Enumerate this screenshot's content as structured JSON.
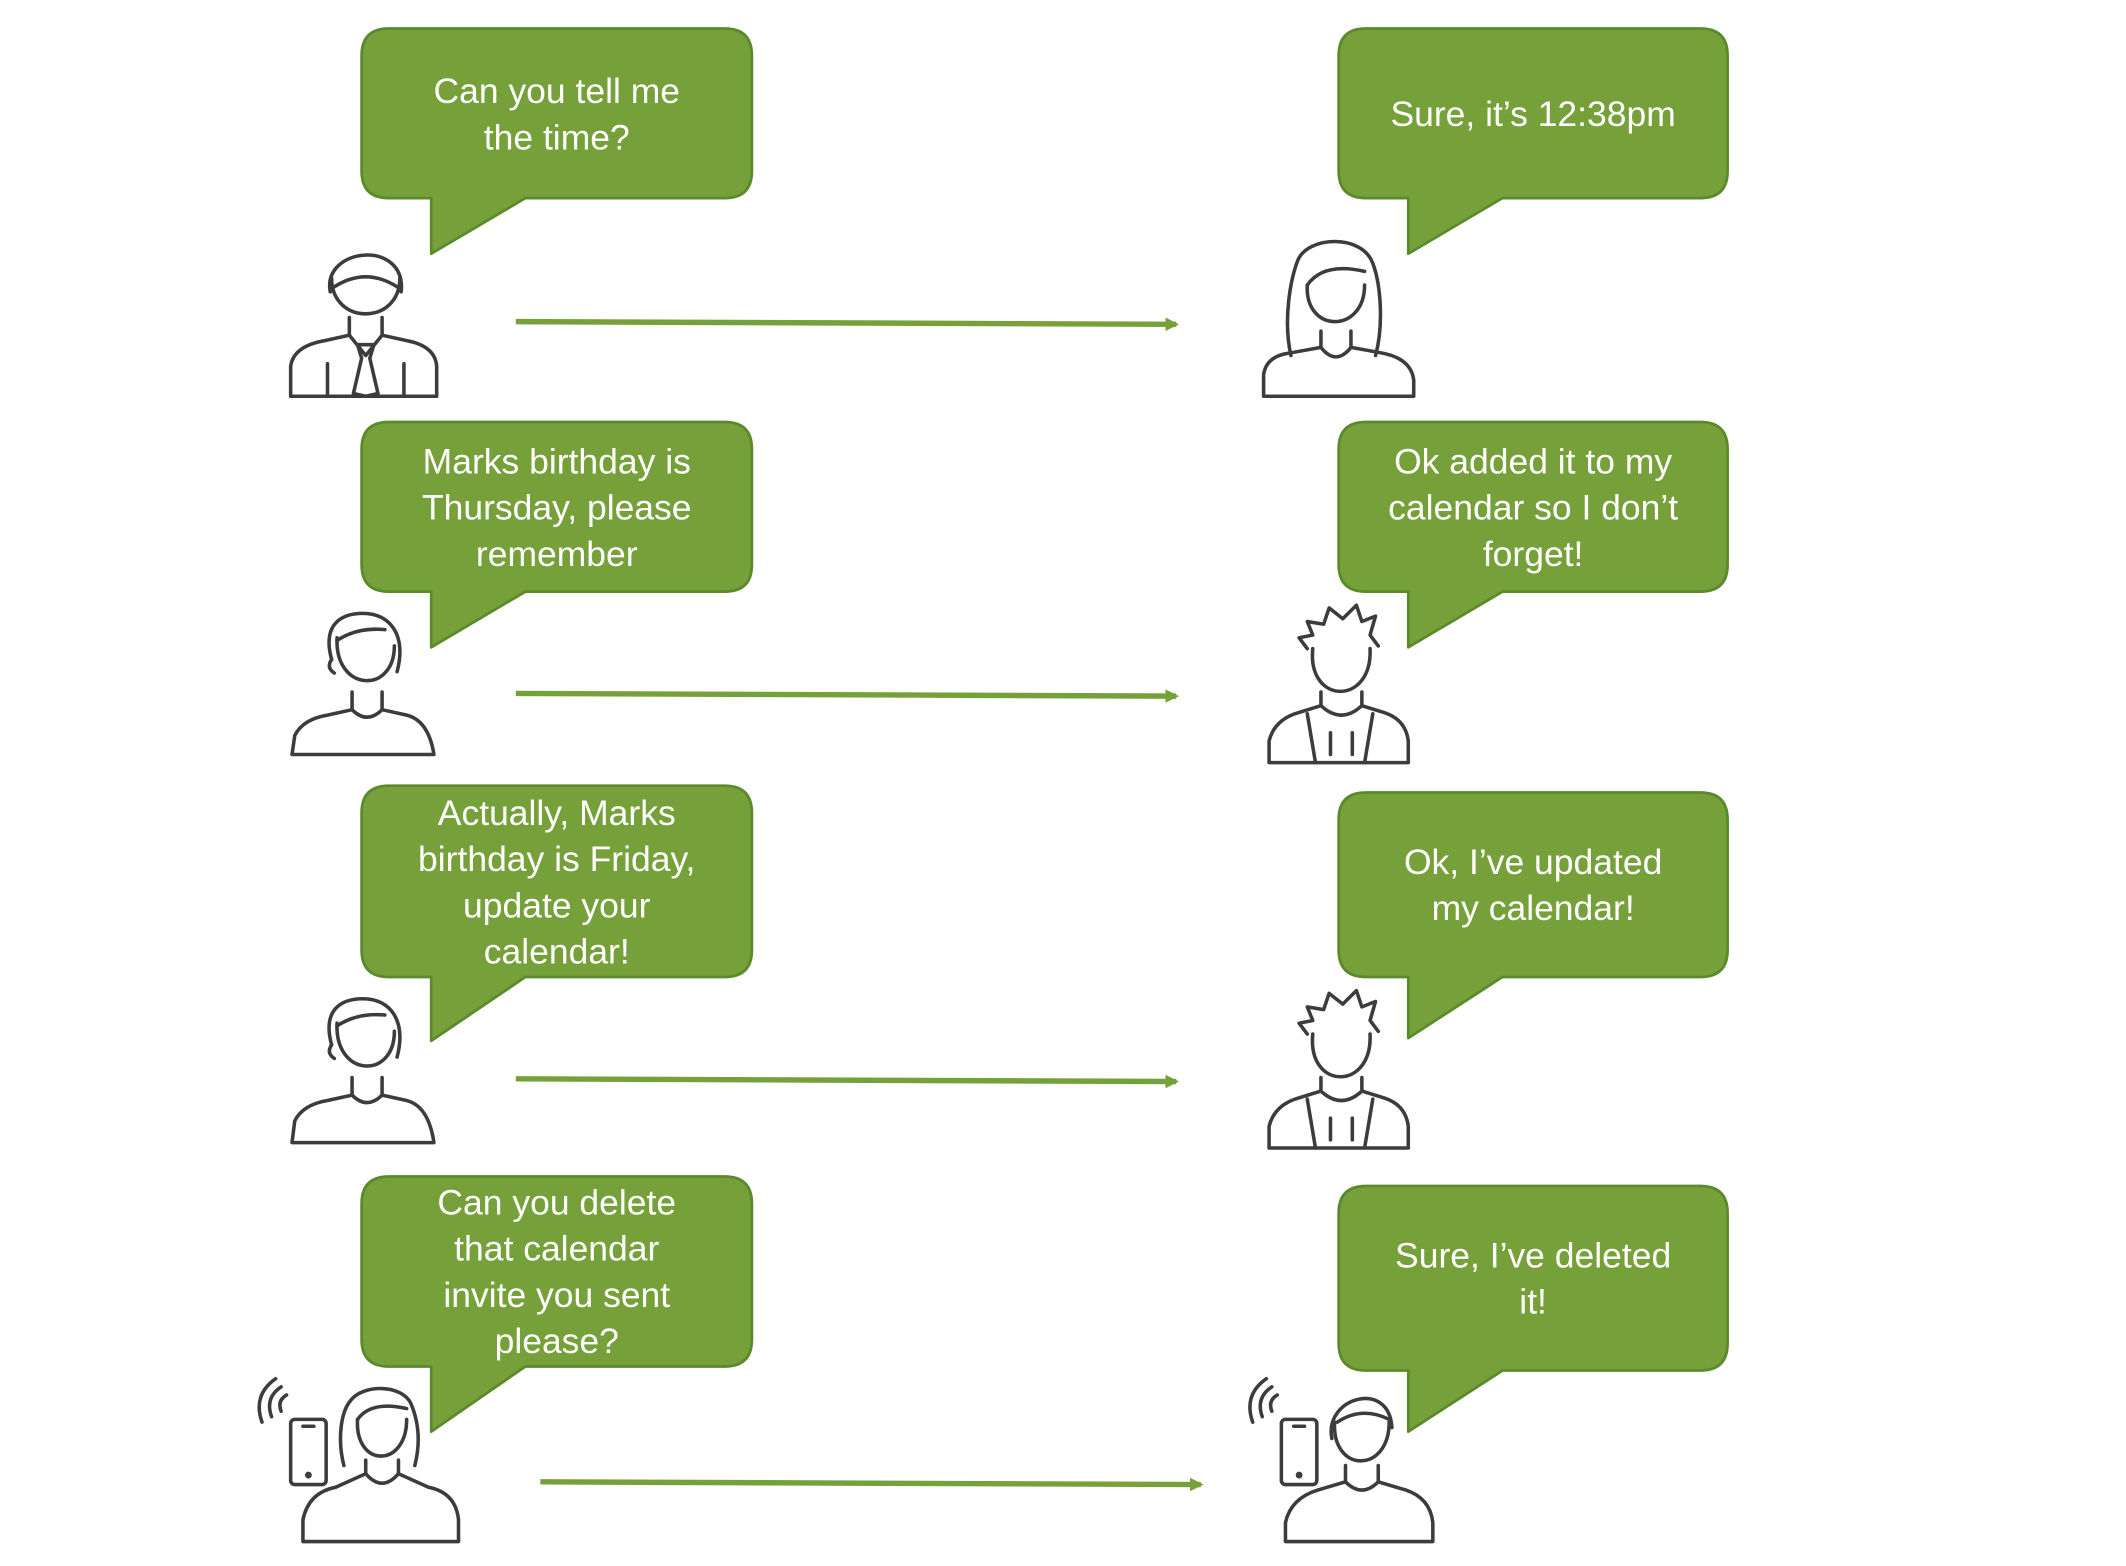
{
  "colors": {
    "bubble_fill": "#76a039",
    "bubble_stroke": "#5a8a2c",
    "arrow": "#76a039",
    "icon_stroke": "#3c3c3c"
  },
  "rows": [
    {
      "left": {
        "text": "Can you tell me the time?",
        "icon": "businessman-icon"
      },
      "right": {
        "text": "Sure, it’s 12:38pm",
        "icon": "woman-long-hair-icon"
      }
    },
    {
      "left": {
        "text": "Marks birthday is Thursday, please remember",
        "icon": "woman-short-hair-icon"
      },
      "right": {
        "text": "Ok added it to my calendar so I don’t forget!",
        "icon": "young-man-hoodie-icon"
      }
    },
    {
      "left": {
        "text": "Actually, Marks birthday is Friday, update your calendar!",
        "icon": "woman-short-hair-icon"
      },
      "right": {
        "text": "Ok, I’ve updated my calendar!",
        "icon": "young-man-hoodie-icon"
      }
    },
    {
      "left": {
        "text": "Can you delete that calendar invite you sent please?",
        "icon": "woman-with-smartphone-icon"
      },
      "right": {
        "text": "Sure, I’ve deleted it!",
        "icon": "man-with-smartphone-icon"
      }
    }
  ]
}
